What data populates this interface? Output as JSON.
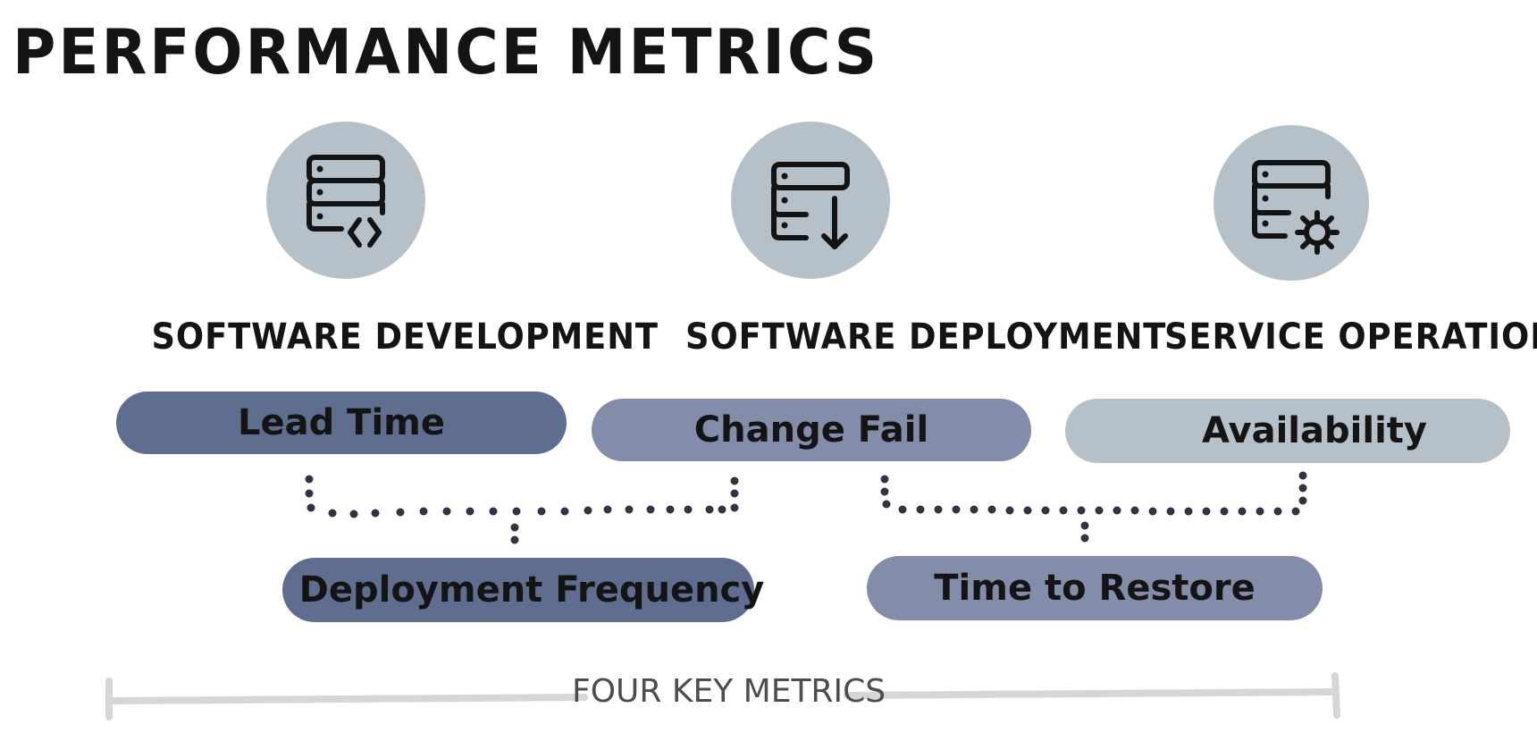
{
  "title": "PERFORMANCE METRICS",
  "categories": [
    {
      "label": "SOFTWARE DEVELOPMENT",
      "icon": "server-code-icon"
    },
    {
      "label": "SOFTWARE DEPLOYMENT",
      "icon": "server-download-icon"
    },
    {
      "label": "SERVICE OPERATION",
      "icon": "server-gear-icon"
    }
  ],
  "metrics_top": [
    {
      "label": "Lead Time",
      "color": "#5f6e8e"
    },
    {
      "label": "Change Fail",
      "color": "#838ca8"
    },
    {
      "label": "Availability",
      "color": "#b5c0c8"
    }
  ],
  "metrics_bottom": [
    {
      "label": "Deployment Frequency",
      "color": "#5f6e8e"
    },
    {
      "label": "Time to Restore",
      "color": "#838ca8"
    }
  ],
  "footer": {
    "label": "FOUR KEY METRICS"
  },
  "colors": {
    "circle": "#b5c0c8",
    "ink": "#141414",
    "dots": "#2e3442",
    "bracket": "#d6d6d6"
  }
}
